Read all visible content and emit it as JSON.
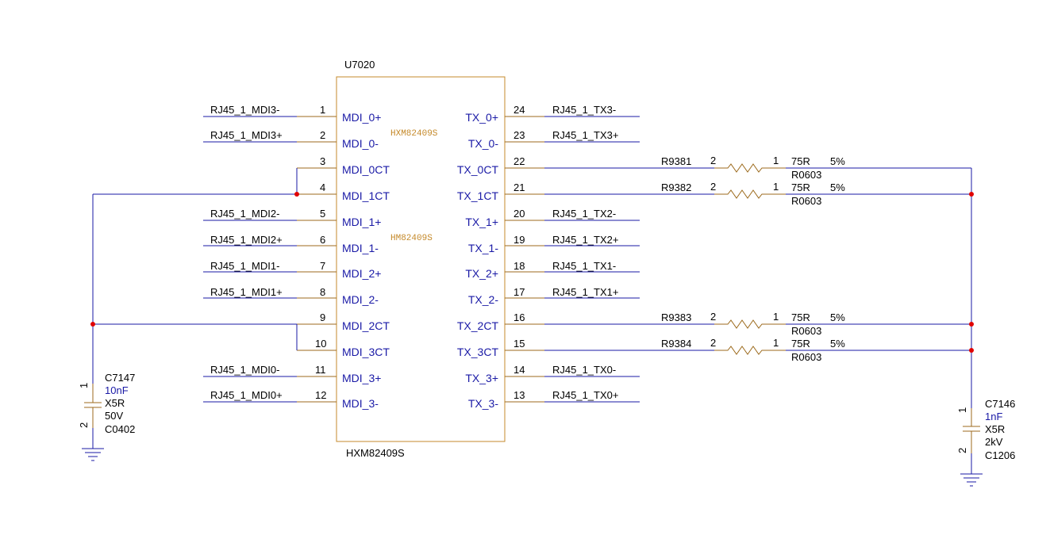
{
  "ic": {
    "refdes": "U7020",
    "part_bottom": "HXM82409S",
    "inner_label_1": "HXM82409S",
    "inner_label_2": "HM82409S",
    "left_pins": [
      {
        "num": "1",
        "name": "MDI_0+",
        "net": "RJ45_1_MDI3-"
      },
      {
        "num": "2",
        "name": "MDI_0-",
        "net": "RJ45_1_MDI3+"
      },
      {
        "num": "3",
        "name": "MDI_0CT",
        "net": ""
      },
      {
        "num": "4",
        "name": "MDI_1CT",
        "net": ""
      },
      {
        "num": "5",
        "name": "MDI_1+",
        "net": "RJ45_1_MDI2-"
      },
      {
        "num": "6",
        "name": "MDI_1-",
        "net": "RJ45_1_MDI2+"
      },
      {
        "num": "7",
        "name": "MDI_2+",
        "net": "RJ45_1_MDI1-"
      },
      {
        "num": "8",
        "name": "MDI_2-",
        "net": "RJ45_1_MDI1+"
      },
      {
        "num": "9",
        "name": "MDI_2CT",
        "net": ""
      },
      {
        "num": "10",
        "name": "MDI_3CT",
        "net": ""
      },
      {
        "num": "11",
        "name": "MDI_3+",
        "net": "RJ45_1_MDI0-"
      },
      {
        "num": "12",
        "name": "MDI_3-",
        "net": "RJ45_1_MDI0+"
      }
    ],
    "right_pins": [
      {
        "num": "24",
        "name": "TX_0+",
        "net": "RJ45_1_TX3-"
      },
      {
        "num": "23",
        "name": "TX_0-",
        "net": "RJ45_1_TX3+"
      },
      {
        "num": "22",
        "name": "TX_0CT",
        "net": ""
      },
      {
        "num": "21",
        "name": "TX_1CT",
        "net": ""
      },
      {
        "num": "20",
        "name": "TX_1+",
        "net": "RJ45_1_TX2-"
      },
      {
        "num": "19",
        "name": "TX_1-",
        "net": "RJ45_1_TX2+"
      },
      {
        "num": "18",
        "name": "TX_2+",
        "net": "RJ45_1_TX1-"
      },
      {
        "num": "17",
        "name": "TX_2-",
        "net": "RJ45_1_TX1+"
      },
      {
        "num": "16",
        "name": "TX_2CT",
        "net": ""
      },
      {
        "num": "15",
        "name": "TX_3CT",
        "net": ""
      },
      {
        "num": "14",
        "name": "TX_3+",
        "net": "RJ45_1_TX0-"
      },
      {
        "num": "13",
        "name": "TX_3-",
        "net": "RJ45_1_TX0+"
      }
    ]
  },
  "resistors": [
    {
      "ref": "R9381",
      "pin_left": "2",
      "pin_right": "1",
      "value": "75R",
      "tol": "5%",
      "pkg": "R0603"
    },
    {
      "ref": "R9382",
      "pin_left": "2",
      "pin_right": "1",
      "value": "75R",
      "tol": "5%",
      "pkg": "R0603"
    },
    {
      "ref": "R9383",
      "pin_left": "2",
      "pin_right": "1",
      "value": "75R",
      "tol": "5%",
      "pkg": "R0603"
    },
    {
      "ref": "R9384",
      "pin_left": "2",
      "pin_right": "1",
      "value": "75R",
      "tol": "5%",
      "pkg": "R0603"
    }
  ],
  "cap_left": {
    "ref": "C7147",
    "value": "10nF",
    "dielectric": "X5R",
    "voltage": "50V",
    "pkg": "C0402",
    "pin_top": "1",
    "pin_bottom": "2"
  },
  "cap_right": {
    "ref": "C7146",
    "value": "1nF",
    "dielectric": "X5R",
    "voltage": "2kV",
    "pkg": "C1206",
    "pin_top": "1",
    "pin_bottom": "2"
  },
  "colors": {
    "wire": "#1a1aa6",
    "pin": "#9c6a1c",
    "box": "#c58a2b",
    "junction": "#e00000"
  }
}
